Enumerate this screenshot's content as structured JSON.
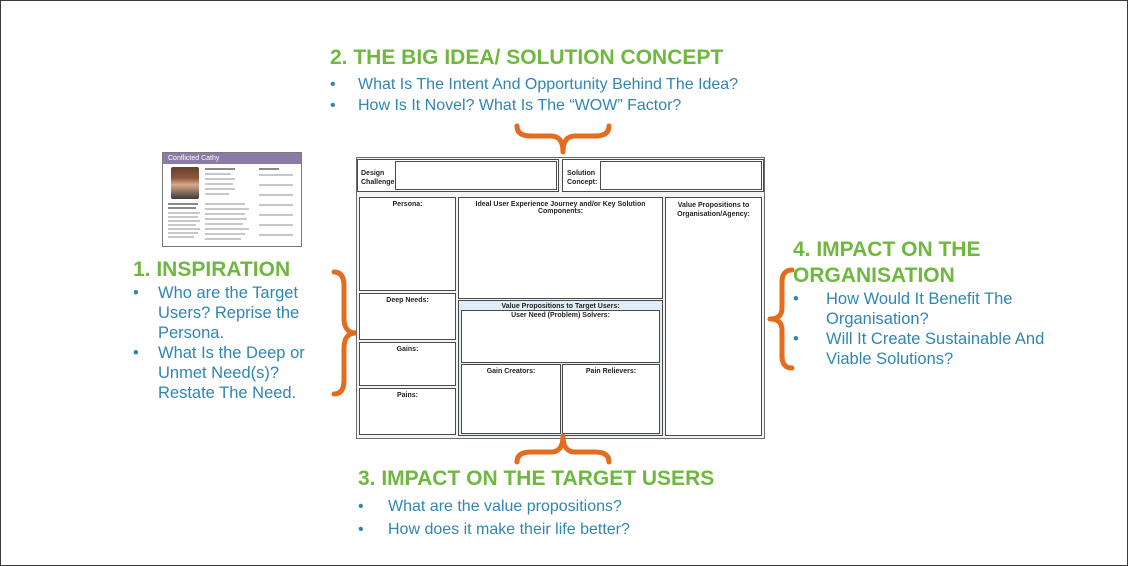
{
  "sections": {
    "inspiration": {
      "heading": "1. INSPIRATION",
      "bullets": [
        "Who are the Target Users? Reprise the Persona.",
        "What Is the Deep or Unmet Need(s)? Restate The Need."
      ]
    },
    "big_idea": {
      "heading": "2. THE BIG IDEA/ SOLUTION CONCEPT",
      "bullets": [
        "What Is The Intent And Opportunity Behind The Idea?",
        "How Is It Novel? What Is The “WOW” Factor?"
      ]
    },
    "impact_users": {
      "heading": "3. IMPACT ON THE TARGET USERS",
      "bullets": [
        "What are the value propositions?",
        "How does it make their life better?"
      ]
    },
    "impact_org": {
      "heading": "4. IMPACT ON THE ORGANISATION",
      "bullets": [
        "How Would It Benefit The Organisation?",
        "Will It Create Sustainable And Viable Solutions?"
      ]
    }
  },
  "canvas": {
    "design_challenge": "Design Challenge:",
    "solution_concept": "Solution Concept:",
    "persona": "Persona:",
    "deep_needs": "Deep Needs:",
    "gains": "Gains:",
    "pains": "Pains:",
    "journey": "Ideal User Experience Journey and/or Key Solution Components:",
    "value_props_org": "Value Propositions to Organisation/Agency:",
    "value_props_users": "Value Propositions to Target Users:",
    "need_solvers": "User Need (Problem) Solvers:",
    "gain_creators": "Gain Creators:",
    "pain_relievers": "Pain Relievers:"
  },
  "persona_card": {
    "title": "Conflicted Cathy"
  },
  "colors": {
    "heading": "#6fb83f",
    "bullet_text": "#2f86b3",
    "brace": "#e46c1e",
    "persona_bar": "#8c7aa6"
  },
  "bullet_glyph": "•"
}
